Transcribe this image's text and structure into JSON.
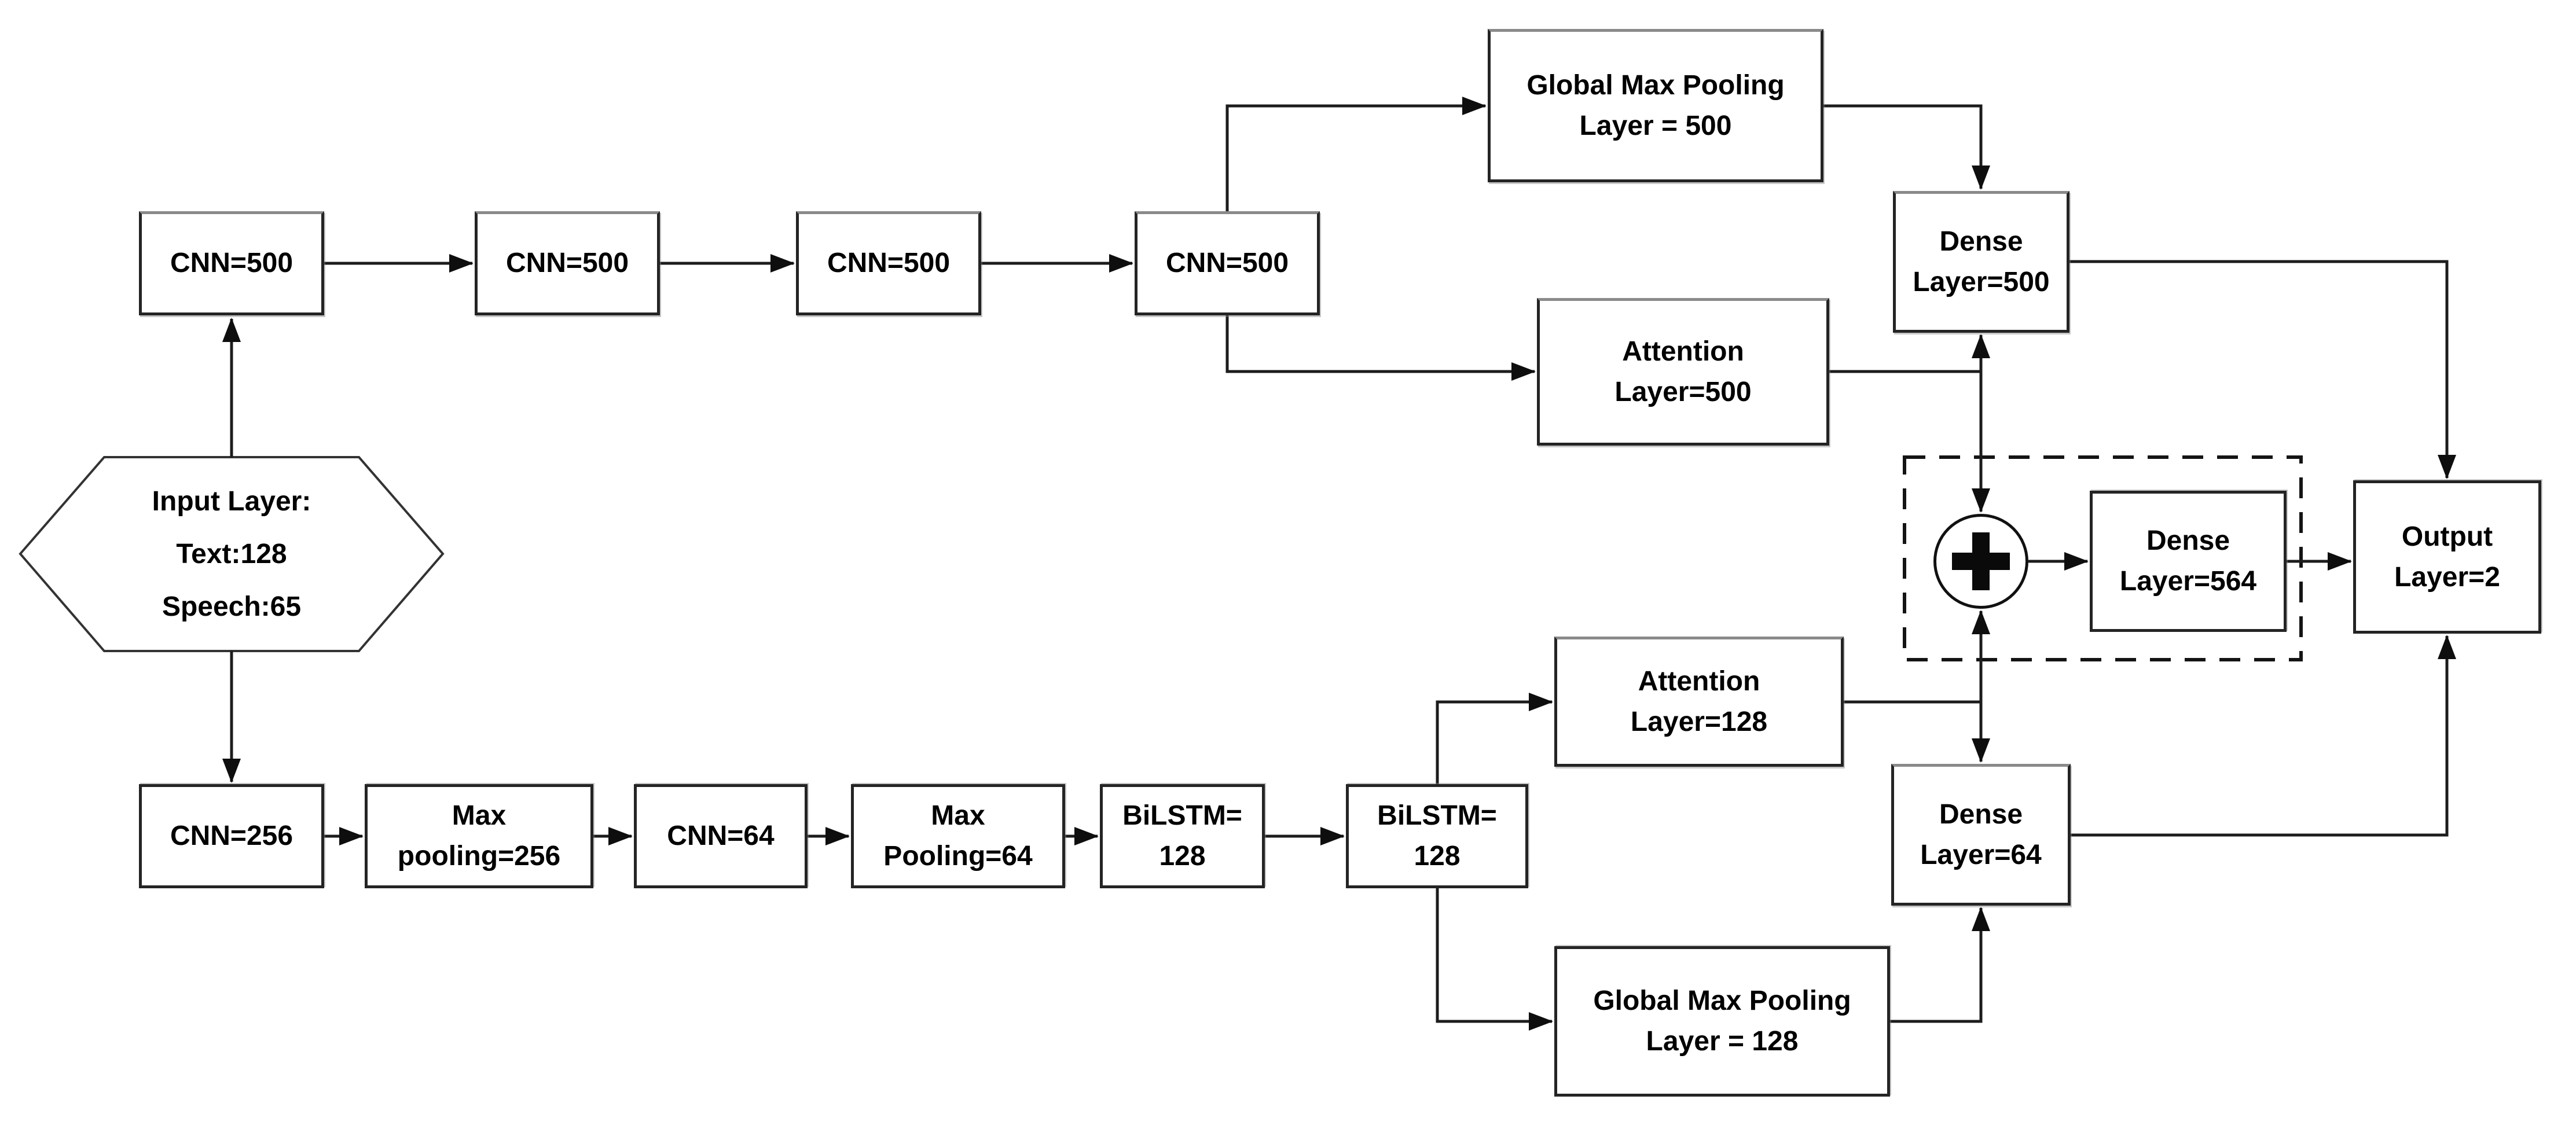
{
  "diagram": {
    "background_color": "#ffffff",
    "line_color": "#1c1c1c",
    "box_border_color": "#242424",
    "text_color": "#000000",
    "nodes": {
      "input": {
        "label": "Input Layer:\nText:128\nSpeech:65",
        "shape": "hexagon"
      },
      "cnn500_1": {
        "label": "CNN=500",
        "shape": "rect"
      },
      "cnn500_2": {
        "label": "CNN=500",
        "shape": "rect"
      },
      "cnn500_3": {
        "label": "CNN=500",
        "shape": "rect"
      },
      "cnn500_4": {
        "label": "CNN=500",
        "shape": "rect"
      },
      "gmp500": {
        "label": "Global Max Pooling\nLayer = 500",
        "shape": "rect"
      },
      "attn500": {
        "label": "Attention\nLayer=500",
        "shape": "rect"
      },
      "dense500": {
        "label": "Dense\nLayer=500",
        "shape": "rect"
      },
      "sum": {
        "label": "+",
        "shape": "circle"
      },
      "dense564": {
        "label": "Dense\nLayer=564",
        "shape": "rect"
      },
      "output": {
        "label": "Output\nLayer=2",
        "shape": "rect"
      },
      "cnn256": {
        "label": "CNN=256",
        "shape": "rect"
      },
      "mp256": {
        "label": "Max\npooling=256",
        "shape": "rect"
      },
      "cnn64": {
        "label": "CNN=64",
        "shape": "rect"
      },
      "mp64": {
        "label": "Max\nPooling=64",
        "shape": "rect"
      },
      "bilstm1": {
        "label": "BiLSTM=\n128",
        "shape": "rect"
      },
      "bilstm2": {
        "label": "BiLSTM=\n128",
        "shape": "rect"
      },
      "attn128": {
        "label": "Attention\nLayer=128",
        "shape": "rect"
      },
      "gmp128": {
        "label": "Global Max Pooling\nLayer = 128",
        "shape": "rect"
      },
      "dense64": {
        "label": "Dense\nLayer=64",
        "shape": "rect"
      }
    },
    "edges": [
      {
        "from": "input",
        "to": "cnn500_1"
      },
      {
        "from": "cnn500_1",
        "to": "cnn500_2"
      },
      {
        "from": "cnn500_2",
        "to": "cnn500_3"
      },
      {
        "from": "cnn500_3",
        "to": "cnn500_4"
      },
      {
        "from": "cnn500_4",
        "to": "gmp500"
      },
      {
        "from": "cnn500_4",
        "to": "attn500"
      },
      {
        "from": "gmp500",
        "to": "dense500"
      },
      {
        "from": "attn500",
        "to": "dense500"
      },
      {
        "from": "attn500",
        "to": "sum"
      },
      {
        "from": "dense500",
        "to": "output"
      },
      {
        "from": "sum",
        "to": "dense564"
      },
      {
        "from": "dense564",
        "to": "output"
      },
      {
        "from": "input",
        "to": "cnn256"
      },
      {
        "from": "cnn256",
        "to": "mp256"
      },
      {
        "from": "mp256",
        "to": "cnn64"
      },
      {
        "from": "cnn64",
        "to": "mp64"
      },
      {
        "from": "mp64",
        "to": "bilstm1"
      },
      {
        "from": "bilstm1",
        "to": "bilstm2"
      },
      {
        "from": "bilstm2",
        "to": "attn128"
      },
      {
        "from": "bilstm2",
        "to": "gmp128"
      },
      {
        "from": "attn128",
        "to": "sum"
      },
      {
        "from": "attn128",
        "to": "dense64"
      },
      {
        "from": "gmp128",
        "to": "dense64"
      },
      {
        "from": "dense64",
        "to": "output"
      }
    ]
  }
}
